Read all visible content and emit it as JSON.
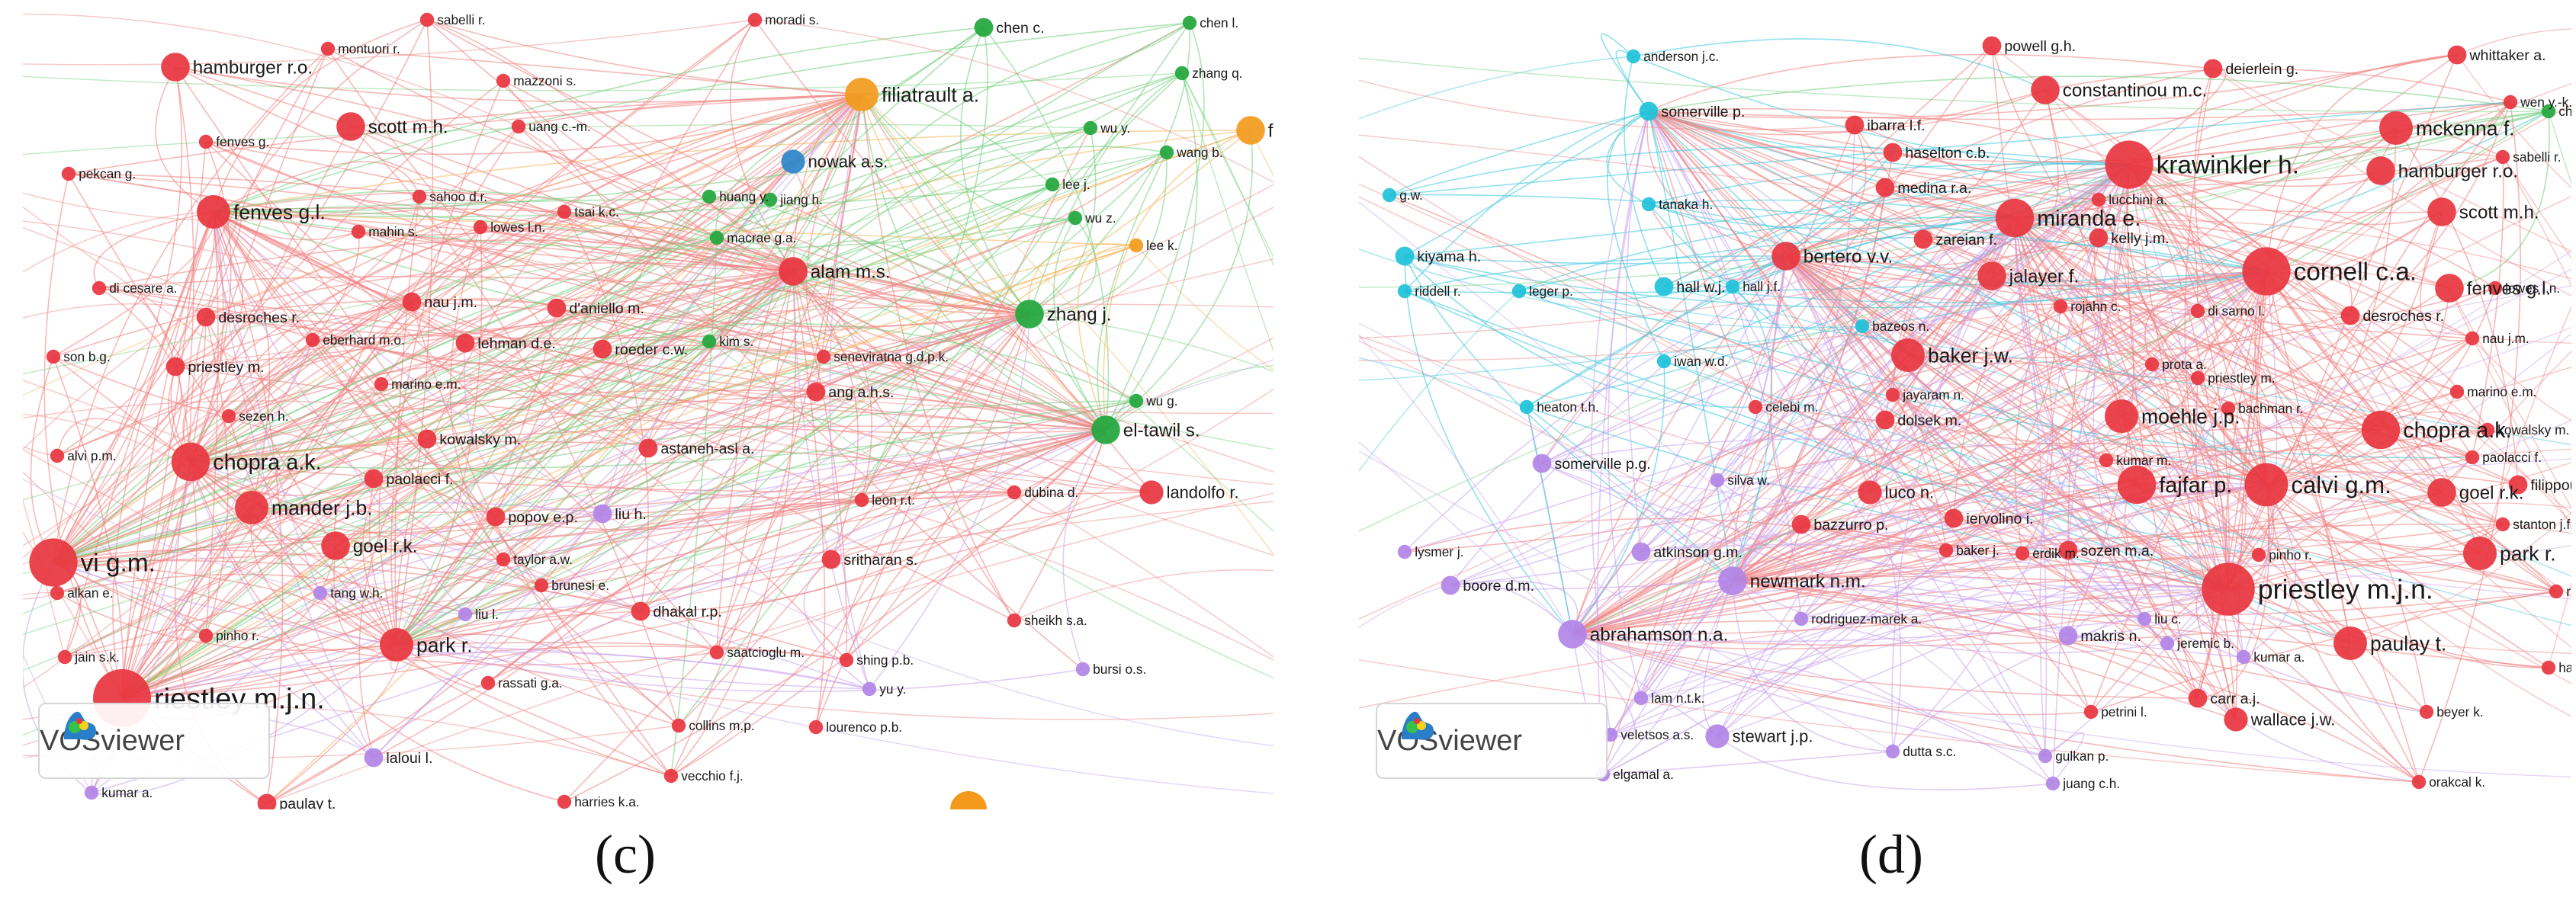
{
  "captions": {
    "c": "(c)",
    "d": "(d)"
  },
  "watermark": "VOSviewer",
  "colors": {
    "red": "#e8353f",
    "green": "#22a63c",
    "orange": "#f39a1c",
    "blue": "#2b86c9",
    "purple": "#b184e6",
    "cyan": "#1ec1d9",
    "edge_red": "#f08080",
    "edge_green": "#6fce7a",
    "edge_orange": "#f6b45a",
    "edge_cyan": "#39c6dc",
    "edge_purple": "#c6a2ee"
  },
  "panel_c": {
    "nodes": [
      {
        "label": "riestley m.j.n.",
        "cluster": "red",
        "weight": 10
      },
      {
        "label": "vi g.m.",
        "cluster": "red",
        "weight": 8
      },
      {
        "label": "chopra a.k.",
        "cluster": "red",
        "weight": 6
      },
      {
        "label": "mander j.b.",
        "cluster": "red",
        "weight": 5
      },
      {
        "label": "park r.",
        "cluster": "red",
        "weight": 5
      },
      {
        "label": "goel r.k.",
        "cluster": "red",
        "weight": 4
      },
      {
        "label": "fenves g.l.",
        "cluster": "red",
        "weight": 5
      },
      {
        "label": "scott m.h.",
        "cluster": "red",
        "weight": 4
      },
      {
        "label": "hamburger r.o.",
        "cluster": "red",
        "weight": 4
      },
      {
        "label": "alam m.s.",
        "cluster": "red",
        "weight": 4
      },
      {
        "label": "landolfo r.",
        "cluster": "red",
        "weight": 3
      },
      {
        "label": "filiatrault a.",
        "cluster": "orange",
        "weight": 5
      },
      {
        "label": "zhang j.",
        "cluster": "green",
        "weight": 4
      },
      {
        "label": "el-tawil s.",
        "cluster": "green",
        "weight": 4
      },
      {
        "label": "nowak a.s.",
        "cluster": "blue",
        "weight": 3
      },
      {
        "label": "folz",
        "cluster": "orange",
        "weight": 4
      },
      {
        "label": "desroches r.",
        "cluster": "red",
        "weight": 2
      },
      {
        "label": "priestley m.",
        "cluster": "red",
        "weight": 2
      },
      {
        "label": "roeder c.w.",
        "cluster": "red",
        "weight": 2
      },
      {
        "label": "lehman d.e.",
        "cluster": "red",
        "weight": 2
      },
      {
        "label": "eberhard m.o.",
        "cluster": "red",
        "weight": 1
      },
      {
        "label": "nau j.m.",
        "cluster": "red",
        "weight": 2
      },
      {
        "label": "d'aniello m.",
        "cluster": "red",
        "weight": 2
      },
      {
        "label": "tsai k.c.",
        "cluster": "red",
        "weight": 1
      },
      {
        "label": "kim s.",
        "cluster": "green",
        "weight": 1
      },
      {
        "label": "seneviratna g.d.p.k.",
        "cluster": "red",
        "weight": 1
      },
      {
        "label": "ang a.h.s.",
        "cluster": "red",
        "weight": 2
      },
      {
        "label": "kowalsky m.",
        "cluster": "red",
        "weight": 2
      },
      {
        "label": "astaneh-asl a.",
        "cluster": "red",
        "weight": 2
      },
      {
        "label": "paolacci f.",
        "cluster": "red",
        "weight": 2
      },
      {
        "label": "popov e.p.",
        "cluster": "red",
        "weight": 2
      },
      {
        "label": "liu h.",
        "cluster": "purple",
        "weight": 2
      },
      {
        "label": "leon r.t.",
        "cluster": "red",
        "weight": 1
      },
      {
        "label": "dubina d.",
        "cluster": "red",
        "weight": 1
      },
      {
        "label": "taylor a.w.",
        "cluster": "red",
        "weight": 1
      },
      {
        "label": "brunesi e.",
        "cluster": "red",
        "weight": 1
      },
      {
        "label": "dhakal r.p.",
        "cluster": "red",
        "weight": 2
      },
      {
        "label": "sritharan s.",
        "cluster": "red",
        "weight": 2
      },
      {
        "label": "sheikh s.a.",
        "cluster": "red",
        "weight": 1
      },
      {
        "label": "tang w.h.",
        "cluster": "purple",
        "weight": 1
      },
      {
        "label": "liu l.",
        "cluster": "purple",
        "weight": 1
      },
      {
        "label": "pinho r.",
        "cluster": "red",
        "weight": 1
      },
      {
        "label": "jain s.k.",
        "cluster": "red",
        "weight": 1
      },
      {
        "label": "saatcioglu m.",
        "cluster": "red",
        "weight": 1
      },
      {
        "label": "shing p.b.",
        "cluster": "red",
        "weight": 1
      },
      {
        "label": "yu y.",
        "cluster": "purple",
        "weight": 1
      },
      {
        "label": "bursi o.s.",
        "cluster": "purple",
        "weight": 1
      },
      {
        "label": "rassati g.a.",
        "cluster": "red",
        "weight": 1
      },
      {
        "label": "lourenco p.b.",
        "cluster": "red",
        "weight": 1
      },
      {
        "label": "collins m.p.",
        "cluster": "red",
        "weight": 1
      },
      {
        "label": "laloui l.",
        "cluster": "purple",
        "weight": 2
      },
      {
        "label": "vecchio f.j.",
        "cluster": "red",
        "weight": 1
      },
      {
        "label": "harries k.a.",
        "cluster": "red",
        "weight": 1
      },
      {
        "label": "kumar a.",
        "cluster": "purple",
        "weight": 1
      },
      {
        "label": "paulay t.",
        "cluster": "red",
        "weight": 2
      },
      {
        "label": "sabelli r.",
        "cluster": "red",
        "weight": 1
      },
      {
        "label": "montuori r.",
        "cluster": "red",
        "weight": 1
      },
      {
        "label": "moradi s.",
        "cluster": "red",
        "weight": 1
      },
      {
        "label": "chen c.",
        "cluster": "green",
        "weight": 2
      },
      {
        "label": "chen l.",
        "cluster": "green",
        "weight": 1
      },
      {
        "label": "mazzoni s.",
        "cluster": "red",
        "weight": 1
      },
      {
        "label": "zhang q.",
        "cluster": "green",
        "weight": 1
      },
      {
        "label": "uang c.-m.",
        "cluster": "red",
        "weight": 1
      },
      {
        "label": "fenves g.",
        "cluster": "red",
        "weight": 1
      },
      {
        "label": "wu y.",
        "cluster": "green",
        "weight": 1
      },
      {
        "label": "wang b.",
        "cluster": "green",
        "weight": 1
      },
      {
        "label": "pekcan g.",
        "cluster": "red",
        "weight": 1
      },
      {
        "label": "mahin s.",
        "cluster": "red",
        "weight": 1
      },
      {
        "label": "sahoo d.r.",
        "cluster": "red",
        "weight": 1
      },
      {
        "label": "huang y.",
        "cluster": "green",
        "weight": 1
      },
      {
        "label": "jiang h.",
        "cluster": "green",
        "weight": 1
      },
      {
        "label": "lee j.",
        "cluster": "green",
        "weight": 1
      },
      {
        "label": "lowes l.n.",
        "cluster": "red",
        "weight": 1
      },
      {
        "label": "wu z.",
        "cluster": "green",
        "weight": 1
      },
      {
        "label": "macrae g.a.",
        "cluster": "green",
        "weight": 1
      },
      {
        "label": "lee k.",
        "cluster": "orange",
        "weight": 1
      },
      {
        "label": "di cesare a.",
        "cluster": "red",
        "weight": 1
      },
      {
        "label": "son b.g.",
        "cluster": "red",
        "weight": 1
      },
      {
        "label": "marino e.m.",
        "cluster": "red",
        "weight": 1
      },
      {
        "label": "sezen h.",
        "cluster": "red",
        "weight": 1
      },
      {
        "label": "wu g.",
        "cluster": "green",
        "weight": 1
      },
      {
        "label": "alvi p.m.",
        "cluster": "red",
        "weight": 1
      },
      {
        "label": "alkan e.",
        "cluster": "red",
        "weight": 1
      }
    ]
  },
  "panel_d": {
    "nodes": [
      {
        "label": "krawinkler h.",
        "cluster": "red",
        "weight": 8
      },
      {
        "label": "cornell c.a.",
        "cluster": "red",
        "weight": 8
      },
      {
        "label": "miranda e.",
        "cluster": "red",
        "weight": 6
      },
      {
        "label": "priestley m.j.n.",
        "cluster": "red",
        "weight": 9
      },
      {
        "label": "fajfar p.",
        "cluster": "red",
        "weight": 6
      },
      {
        "label": "calvi g.m.",
        "cluster": "red",
        "weight": 7
      },
      {
        "label": "chopra a.k.",
        "cluster": "red",
        "weight": 6
      },
      {
        "label": "mckenna f.",
        "cluster": "red",
        "weight": 5
      },
      {
        "label": "baker j.w.",
        "cluster": "red",
        "weight": 5
      },
      {
        "label": "moehle j.p.",
        "cluster": "red",
        "weight": 5
      },
      {
        "label": "paulay t.",
        "cluster": "red",
        "weight": 5
      },
      {
        "label": "park r.",
        "cluster": "red",
        "weight": 5
      },
      {
        "label": "newmark n.m.",
        "cluster": "purple",
        "weight": 4
      },
      {
        "label": "abrahamson n.a.",
        "cluster": "purple",
        "weight": 4
      },
      {
        "label": "stewart j.p.",
        "cluster": "purple",
        "weight": 3
      },
      {
        "label": "bertero v.v.",
        "cluster": "red",
        "weight": 4
      },
      {
        "label": "jalayer f.",
        "cluster": "red",
        "weight": 4
      },
      {
        "label": "constantinou m.c.",
        "cluster": "red",
        "weight": 4
      },
      {
        "label": "hamburger r.o.",
        "cluster": "red",
        "weight": 4
      },
      {
        "label": "scott m.h.",
        "cluster": "red",
        "weight": 4
      },
      {
        "label": "fenves g.l.",
        "cluster": "red",
        "weight": 4
      },
      {
        "label": "goel r.k.",
        "cluster": "red",
        "weight": 4
      },
      {
        "label": "luco n.",
        "cluster": "red",
        "weight": 3
      },
      {
        "label": "wallace j.w.",
        "cluster": "red",
        "weight": 3
      },
      {
        "label": "whittaker a.",
        "cluster": "red",
        "weight": 2
      },
      {
        "label": "deierlein g.",
        "cluster": "red",
        "weight": 2
      },
      {
        "label": "powell g.h.",
        "cluster": "red",
        "weight": 2
      },
      {
        "label": "anderson j.c.",
        "cluster": "cyan",
        "weight": 1
      },
      {
        "label": "somerville p.",
        "cluster": "cyan",
        "weight": 2
      },
      {
        "label": "ibarra l.f.",
        "cluster": "red",
        "weight": 2
      },
      {
        "label": "haselton c.b.",
        "cluster": "red",
        "weight": 2
      },
      {
        "label": "medina r.a.",
        "cluster": "red",
        "weight": 2
      },
      {
        "label": "lucchini a.",
        "cluster": "red",
        "weight": 1
      },
      {
        "label": "kelly j.m.",
        "cluster": "red",
        "weight": 2
      },
      {
        "label": "zareian f.",
        "cluster": "red",
        "weight": 2
      },
      {
        "label": "tanaka h.",
        "cluster": "cyan",
        "weight": 1
      },
      {
        "label": "kiyama h.",
        "cluster": "cyan",
        "weight": 2
      },
      {
        "label": "riddell r.",
        "cluster": "cyan",
        "weight": 1
      },
      {
        "label": "leger p.",
        "cluster": "cyan",
        "weight": 1
      },
      {
        "label": "hall w.j.",
        "cluster": "cyan",
        "weight": 2
      },
      {
        "label": "hall j.f.",
        "cluster": "cyan",
        "weight": 1
      },
      {
        "label": "bazeos n.",
        "cluster": "cyan",
        "weight": 1
      },
      {
        "label": "rojahn c.",
        "cluster": "red",
        "weight": 1
      },
      {
        "label": "di sarno l.",
        "cluster": "red",
        "weight": 1
      },
      {
        "label": "desroches r.",
        "cluster": "red",
        "weight": 2
      },
      {
        "label": "nau j.m.",
        "cluster": "red",
        "weight": 1
      },
      {
        "label": "lowes l.n.",
        "cluster": "red",
        "weight": 1
      },
      {
        "label": "iwan w.d.",
        "cluster": "cyan",
        "weight": 1
      },
      {
        "label": "jayaram n.",
        "cluster": "red",
        "weight": 1
      },
      {
        "label": "prota a.",
        "cluster": "red",
        "weight": 1
      },
      {
        "label": "priestley m.",
        "cluster": "red",
        "weight": 1
      },
      {
        "label": "marino e.m.",
        "cluster": "red",
        "weight": 1
      },
      {
        "label": "dolsek m.",
        "cluster": "red",
        "weight": 2
      },
      {
        "label": "heaton t.h.",
        "cluster": "cyan",
        "weight": 1
      },
      {
        "label": "celebi m.",
        "cluster": "red",
        "weight": 1
      },
      {
        "label": "bachman r.",
        "cluster": "red",
        "weight": 1
      },
      {
        "label": "kowalsky m.",
        "cluster": "red",
        "weight": 1
      },
      {
        "label": "somerville p.g.",
        "cluster": "purple",
        "weight": 2
      },
      {
        "label": "kumar m.",
        "cluster": "red",
        "weight": 1
      },
      {
        "label": "paolacci f.",
        "cluster": "red",
        "weight": 1
      },
      {
        "label": "filippou f.",
        "cluster": "red",
        "weight": 2
      },
      {
        "label": "silva w.",
        "cluster": "purple",
        "weight": 1
      },
      {
        "label": "bazzurro p.",
        "cluster": "red",
        "weight": 2
      },
      {
        "label": "iervolino i.",
        "cluster": "red",
        "weight": 2
      },
      {
        "label": "stanton j.f.",
        "cluster": "red",
        "weight": 1
      },
      {
        "label": "lysmer j.",
        "cluster": "purple",
        "weight": 1
      },
      {
        "label": "atkinson g.m.",
        "cluster": "purple",
        "weight": 2
      },
      {
        "label": "baker j.",
        "cluster": "red",
        "weight": 1
      },
      {
        "label": "erdik m.",
        "cluster": "red",
        "weight": 1
      },
      {
        "label": "sozen m.a.",
        "cluster": "red",
        "weight": 2
      },
      {
        "label": "pinho r.",
        "cluster": "red",
        "weight": 1
      },
      {
        "label": "boore d.m.",
        "cluster": "purple",
        "weight": 2
      },
      {
        "label": "rassat",
        "cluster": "red",
        "weight": 1
      },
      {
        "label": "liu c.",
        "cluster": "purple",
        "weight": 1
      },
      {
        "label": "rodriguez-marek a.",
        "cluster": "purple",
        "weight": 1
      },
      {
        "label": "makris n.",
        "cluster": "purple",
        "weight": 2
      },
      {
        "label": "jeremic b.",
        "cluster": "purple",
        "weight": 1
      },
      {
        "label": "kumar a.",
        "cluster": "purple",
        "weight": 1
      },
      {
        "label": "lam n.t.k.",
        "cluster": "purple",
        "weight": 1
      },
      {
        "label": "carr a.j.",
        "cluster": "red",
        "weight": 2
      },
      {
        "label": "petrini l.",
        "cluster": "red",
        "weight": 1
      },
      {
        "label": "beyer k.",
        "cluster": "red",
        "weight": 1
      },
      {
        "label": "harrie",
        "cluster": "red",
        "weight": 1
      },
      {
        "label": "veletsos a.s.",
        "cluster": "purple",
        "weight": 1
      },
      {
        "label": "gulkan p.",
        "cluster": "purple",
        "weight": 1
      },
      {
        "label": "dutta s.c.",
        "cluster": "purple",
        "weight": 1
      },
      {
        "label": "elgamal a.",
        "cluster": "purple",
        "weight": 1
      },
      {
        "label": "juang c.h.",
        "cluster": "purple",
        "weight": 1
      },
      {
        "label": "orakcal k.",
        "cluster": "red",
        "weight": 1
      },
      {
        "label": "wen y.-k.",
        "cluster": "red",
        "weight": 1
      },
      {
        "label": "chang s",
        "cluster": "green",
        "weight": 1
      },
      {
        "label": "sabelli r.",
        "cluster": "red",
        "weight": 1
      },
      {
        "label": "g.w.",
        "cluster": "cyan",
        "weight": 1
      }
    ]
  }
}
